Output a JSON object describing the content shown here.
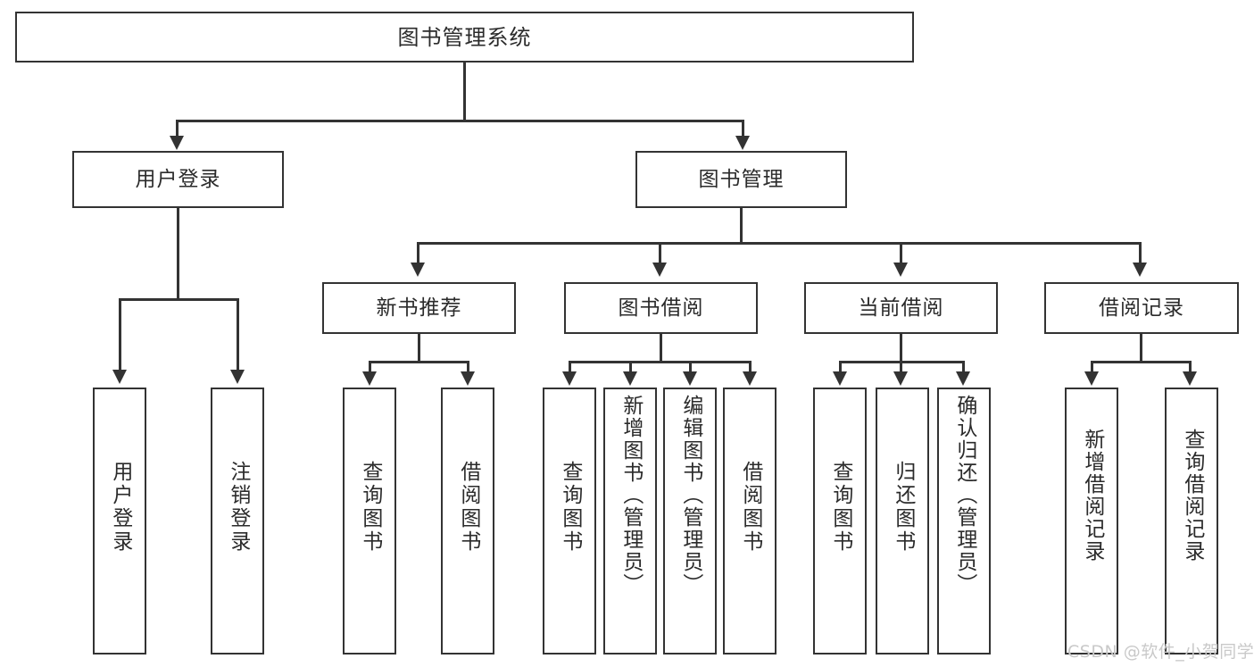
{
  "diagram": {
    "title": "图书管理系统",
    "watermark": "CSDN @软件_小贺同学",
    "colors": {
      "box_border": "#333333",
      "box_fill": "#ffffff",
      "connector": "#333333",
      "text": "#2b2b2b",
      "watermark": "#c9c9c9",
      "background": "#ffffff"
    },
    "root": {
      "label": "图书管理系统"
    },
    "level2": [
      {
        "label": "用户登录"
      },
      {
        "label": "图书管理"
      }
    ],
    "level3": [
      {
        "label": "新书推荐"
      },
      {
        "label": "图书借阅"
      },
      {
        "label": "当前借阅"
      },
      {
        "label": "借阅记录"
      }
    ],
    "leaves": {
      "user_login": [
        {
          "label": "用户登录"
        },
        {
          "label": "注销登录"
        }
      ],
      "new_book": [
        {
          "label": "查询图书"
        },
        {
          "label": "借阅图书"
        }
      ],
      "book_borrow": [
        {
          "label": "查询图书"
        },
        {
          "label": "新增图书（管理员）"
        },
        {
          "label": "编辑图书（管理员）"
        },
        {
          "label": "借阅图书"
        }
      ],
      "current_borrow": [
        {
          "label": "查询图书"
        },
        {
          "label": "归还图书"
        },
        {
          "label": "确认归还（管理员）"
        }
      ],
      "borrow_record": [
        {
          "label": "新增借阅记录"
        },
        {
          "label": "查询借阅记录"
        }
      ]
    }
  }
}
